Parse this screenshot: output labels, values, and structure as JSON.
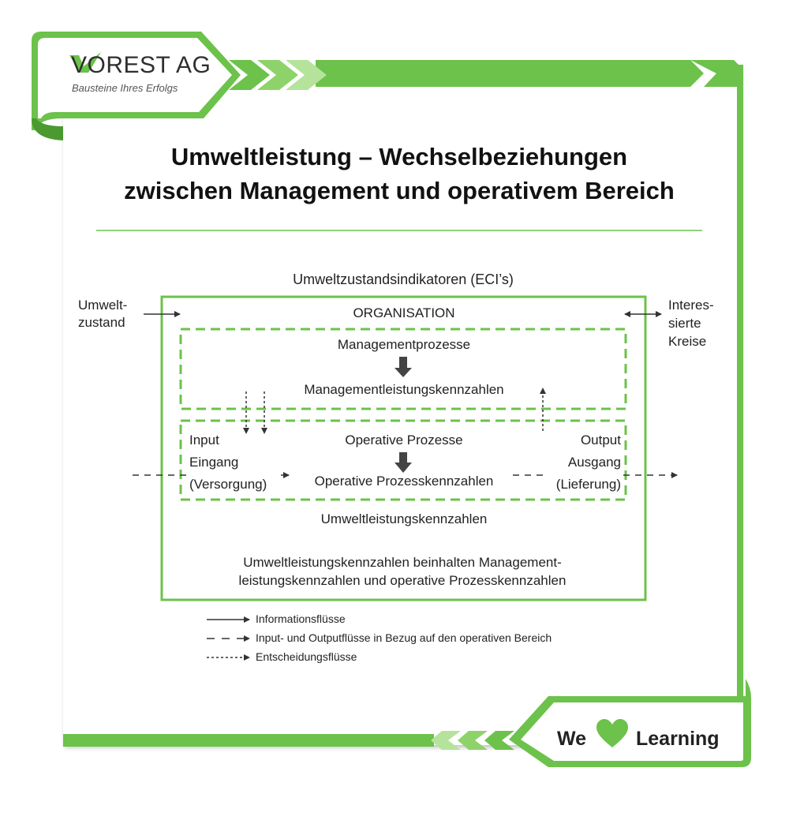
{
  "brand": {
    "name": "VOREST AG",
    "tagline": "Bausteine Ihres Erfolgs",
    "accent_color": "#6cc24a",
    "light_accent_color": "#b5e39c"
  },
  "title": {
    "line1": "Umweltleistung – Wechselbeziehungen",
    "line2": "zwischen Management und operativem Bereich"
  },
  "diagram": {
    "top_label": "Umweltzustandsindikatoren (ECI’s)",
    "left_label": [
      "Umwelt-",
      "zustand"
    ],
    "right_label": [
      "Interes-",
      "sierte",
      "Kreise"
    ],
    "organisation": "ORGANISATION",
    "management_processes": "Managementprozesse",
    "management_indicators": "Managementleistungskennzahlen",
    "operative_processes": "Operative Prozesse",
    "operative_indicators": "Operative Prozesskennzahlen",
    "input_label": [
      "Input",
      "Eingang",
      "(Versorgung)"
    ],
    "output_label": [
      "Output",
      "Ausgang",
      "(Lieferung)"
    ],
    "environmental_indicators": "Umweltleistungskennzahlen",
    "note": [
      "Umweltleistungskennzahlen beinhalten Management-",
      "leistungskennzahlen und operative Prozesskennzahlen"
    ]
  },
  "legend": [
    {
      "style": "solid",
      "label": "Informationsflüsse"
    },
    {
      "style": "dashed",
      "label": "Input- und Outputflüsse in Bezug auf den operativen Bereich"
    },
    {
      "style": "dotted",
      "label": "Entscheidungsflüsse"
    }
  ],
  "footer": {
    "we": "We",
    "learning": "Learning",
    "heart_icon": "heart-icon"
  }
}
